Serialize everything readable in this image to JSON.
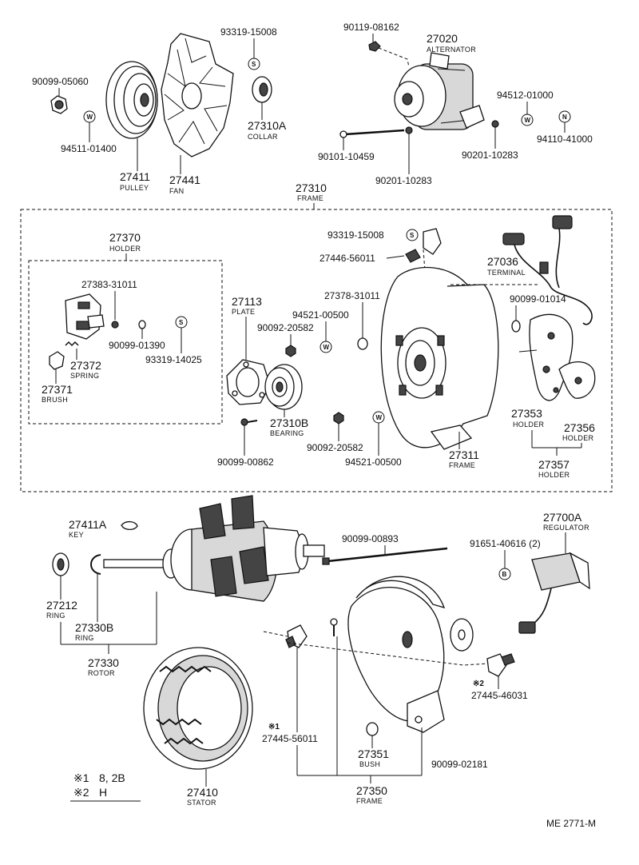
{
  "parts": {
    "p_93319_15008_a": {
      "num": "93319-15008"
    },
    "p_90119_08162": {
      "num": "90119-08162"
    },
    "p_27020": {
      "num": "27020",
      "name": "ALTERNATOR"
    },
    "p_90099_05060": {
      "num": "90099-05060"
    },
    "p_94512_01000": {
      "num": "94512-01000"
    },
    "p_27310A": {
      "num": "27310A",
      "name": "COLLAR"
    },
    "p_94110_41000": {
      "num": "94110-41000"
    },
    "p_94511_01400": {
      "num": "94511-01400"
    },
    "p_90101_10459": {
      "num": "90101-10459"
    },
    "p_90201_10283_a": {
      "num": "90201-10283"
    },
    "p_27411": {
      "num": "27411",
      "name": "PULLEY"
    },
    "p_27441": {
      "num": "27441",
      "name": "FAN"
    },
    "p_90201_10283_b": {
      "num": "90201-10283"
    },
    "p_27310": {
      "num": "27310",
      "name": "FRAME"
    },
    "p_27370": {
      "num": "27370",
      "name": "HOLDER"
    },
    "p_93319_15008_b": {
      "num": "93319-15008"
    },
    "p_27446_56011": {
      "num": "27446-56011"
    },
    "p_27036": {
      "num": "27036",
      "name": "TERMINAL"
    },
    "p_27383_31011": {
      "num": "27383-31011"
    },
    "p_27113": {
      "num": "27113",
      "name": "PLATE"
    },
    "p_27378_31011": {
      "num": "27378-31011"
    },
    "p_94521_00500_a": {
      "num": "94521-00500"
    },
    "p_90092_20582_a": {
      "num": "90092-20582"
    },
    "p_90099_01014": {
      "num": "90099-01014"
    },
    "p_90099_01390": {
      "num": "90099-01390"
    },
    "p_27372": {
      "num": "27372",
      "name": "SPRING"
    },
    "p_93319_14025": {
      "num": "93319-14025"
    },
    "p_27371": {
      "num": "27371",
      "name": "BRUSH"
    },
    "p_27353": {
      "num": "27353",
      "name": "HOLDER"
    },
    "p_27356": {
      "num": "27356",
      "name": "HOLDER"
    },
    "p_27310B": {
      "num": "27310B",
      "name": "BEARING"
    },
    "p_27311": {
      "num": "27311",
      "name": "FRAME"
    },
    "p_90092_20582_b": {
      "num": "90092-20582"
    },
    "p_27357": {
      "num": "27357",
      "name": "HOLDER"
    },
    "p_90099_00862": {
      "num": "90099-00862"
    },
    "p_94521_00500_b": {
      "num": "94521-00500"
    },
    "p_27411A": {
      "num": "27411A",
      "name": "KEY"
    },
    "p_27700A": {
      "num": "27700A",
      "name": "REGULATOR"
    },
    "p_90099_00893": {
      "num": "90099-00893"
    },
    "p_91651_40616": {
      "num": "91651-40616 (2)"
    },
    "p_27212": {
      "num": "27212",
      "name": "RING"
    },
    "p_27330B": {
      "num": "27330B",
      "name": "RING"
    },
    "p_27330": {
      "num": "27330",
      "name": "ROTOR"
    },
    "p_27445_46031": {
      "num": "27445-46031"
    },
    "p_27445_56011": {
      "num": "27445-56011"
    },
    "p_27351": {
      "num": "27351",
      "name": "BUSH"
    },
    "p_90099_02181": {
      "num": "90099-02181"
    },
    "p_27410": {
      "num": "27410",
      "name": "STATOR"
    },
    "p_27350": {
      "num": "27350",
      "name": "FRAME"
    }
  },
  "symbols": {
    "s_letter": "S",
    "w_letter": "W",
    "n_letter": "N",
    "b_letter": "B"
  },
  "marks": {
    "star1": "※1",
    "star2": "※2"
  },
  "notes": {
    "note1_mark": "※1",
    "note1_text": "8, 2B",
    "note2_mark": "※2",
    "note2_text": "H"
  },
  "diagram_code": "ME 2771-M"
}
